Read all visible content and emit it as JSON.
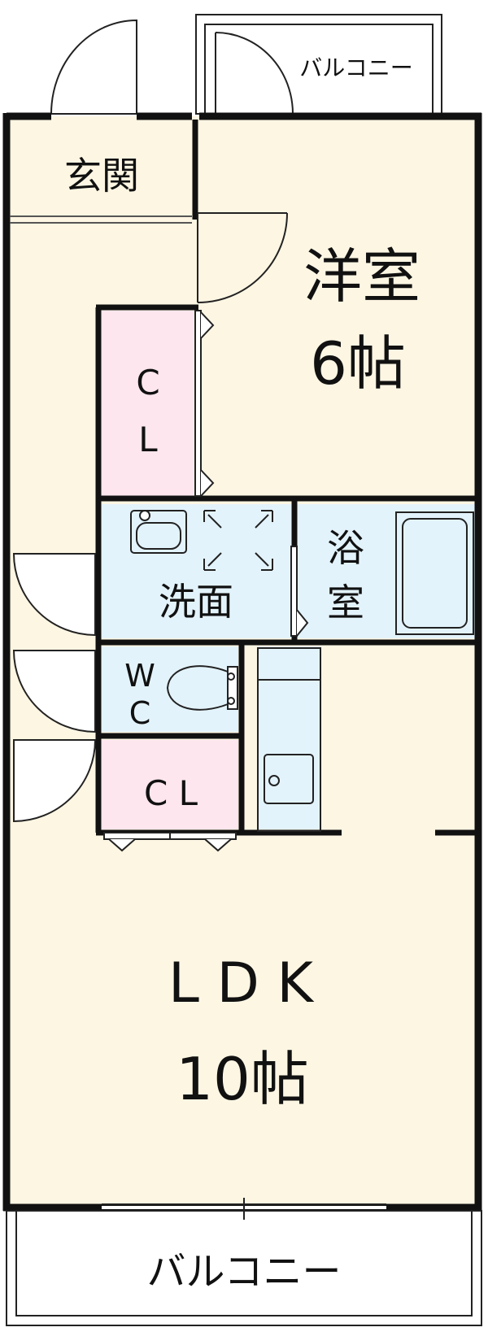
{
  "rooms": {
    "balcony_top": "バルコニー",
    "genkan": "玄関",
    "western_room": {
      "name": "洋室",
      "size": "6帖"
    },
    "closet_upper": {
      "line1": "C",
      "line2": "L"
    },
    "washroom": "洗面",
    "bath": {
      "line1": "浴",
      "line2": "室"
    },
    "toilet": {
      "line1": "W",
      "line2": "C"
    },
    "closet_lower": "C L",
    "ldk": {
      "name": "L D K",
      "size": "10帖"
    },
    "balcony_bottom": "バルコニー"
  },
  "colors": {
    "living": "#fdf6e3",
    "closet": "#fde6ee",
    "wet_area": "#e3f3fb",
    "wall": "#111111",
    "line": "#222222"
  }
}
